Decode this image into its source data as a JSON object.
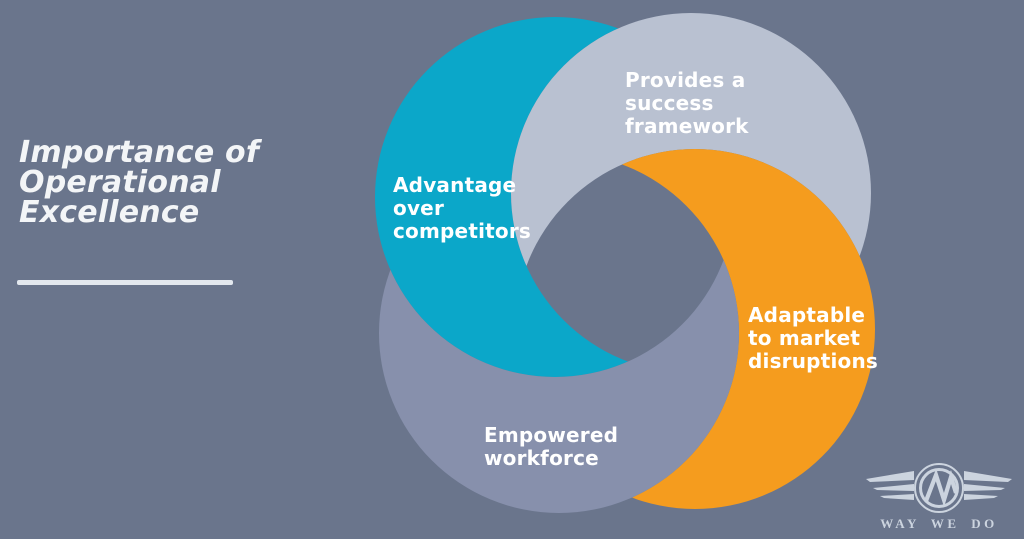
{
  "title": {
    "text": "Importance of\nOperational\nExcellence"
  },
  "diagram": {
    "segments": [
      {
        "name": "advantage-over-competitors",
        "label": "Advantage\nover\ncompetitors",
        "color": "#0BA7C9"
      },
      {
        "name": "provides-success-framework",
        "label": "Provides a\nsuccess\nframework",
        "color": "#B9C1D1"
      },
      {
        "name": "adaptable-market-disruptions",
        "label": "Adaptable\nto market\ndisruptions",
        "color": "#F59C1E"
      },
      {
        "name": "empowered-workforce",
        "label": "Empowered\nworkforce",
        "color": "#8790AC"
      }
    ]
  },
  "logo": {
    "brand": "WAY WE DO"
  },
  "colors": {
    "background": "#6A758C",
    "title_text": "#F3F5F7",
    "label_text": "#FFFFFF",
    "rule": "#E3E8EE",
    "logo": "#CCD4DF"
  }
}
